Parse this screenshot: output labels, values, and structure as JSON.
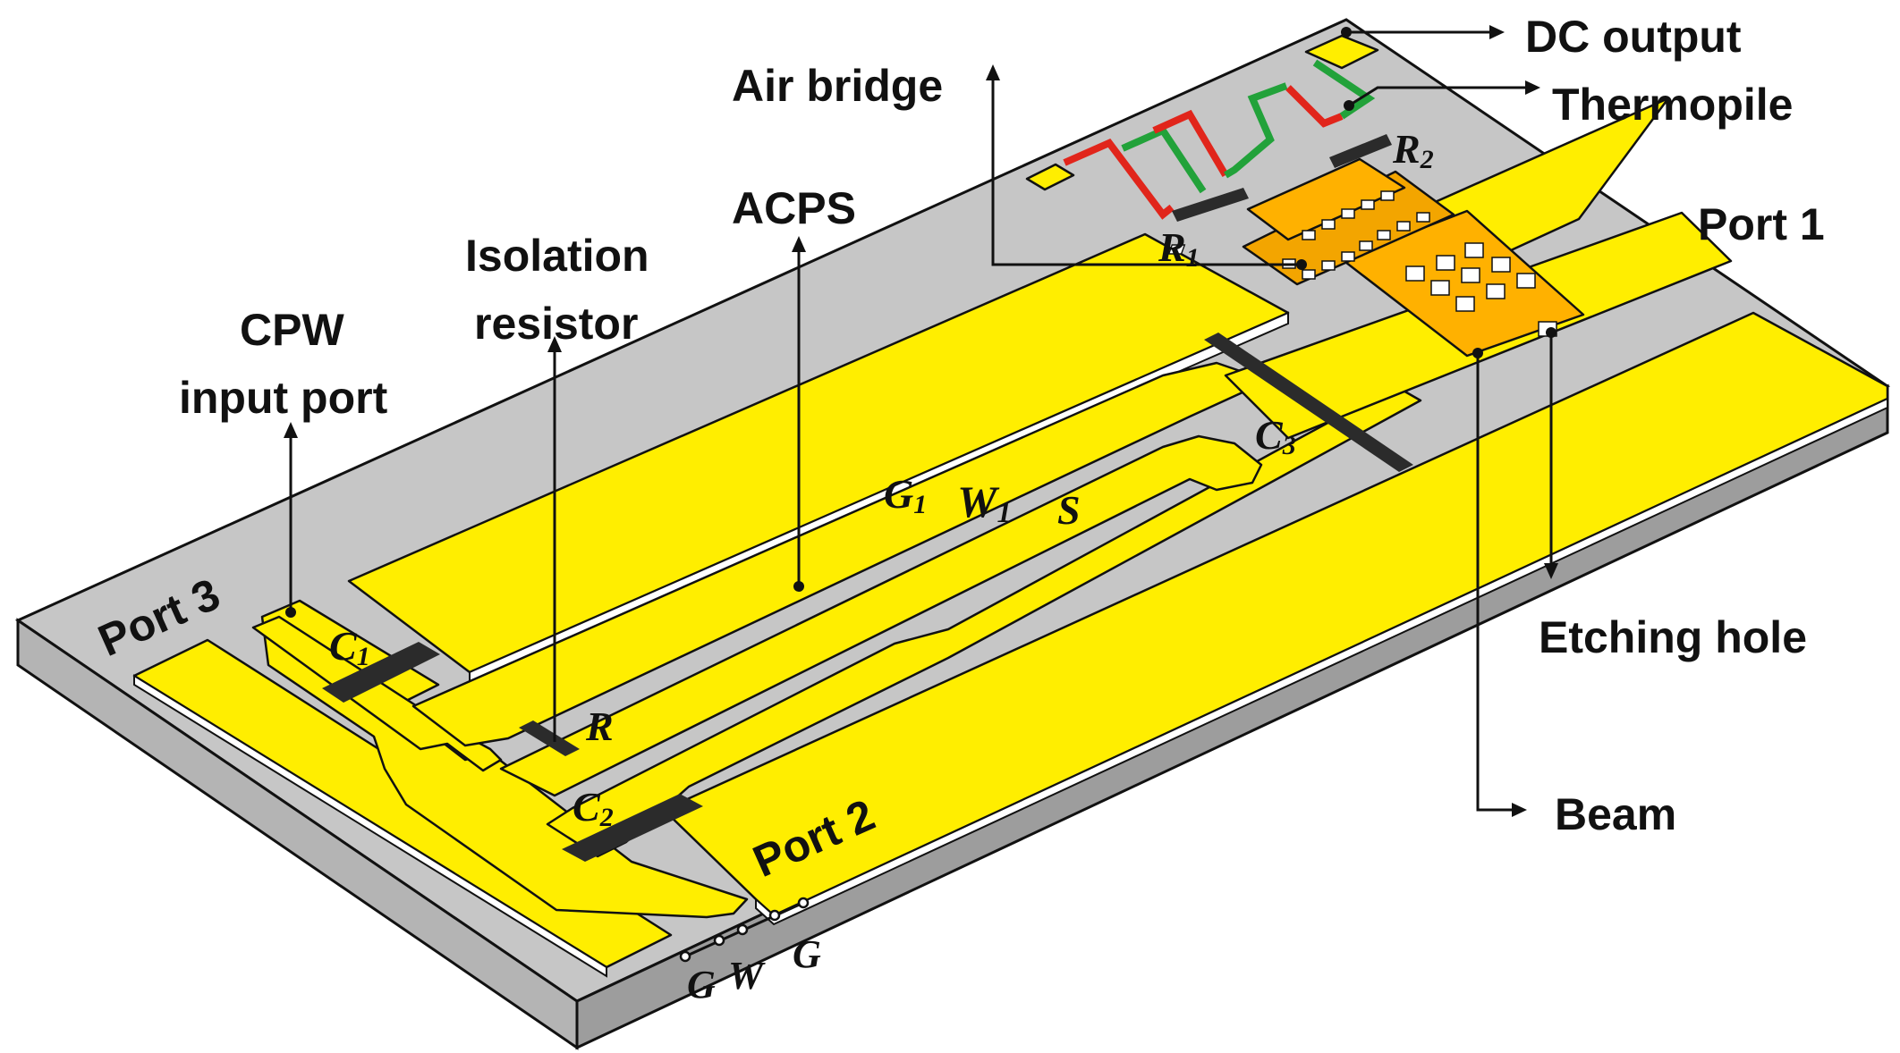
{
  "colors": {
    "substrate_top": "#c6c6c6",
    "substrate_front": "#b4b4b4",
    "substrate_side": "#9d9d9d",
    "gold": "#ffee00",
    "gold_edge": "#ffffff",
    "air_bridge": "#f3a500",
    "beam": "#ffb100",
    "resistor": "#2b2b2b",
    "thermo_red": "#e1251b",
    "thermo_green": "#22a23a",
    "label": "#111111"
  },
  "labels": {
    "dc_output": "DC output",
    "thermopile": "Thermopile",
    "air_bridge": "Air bridge",
    "acps": "ACPS",
    "port1": "Port 1",
    "isolation_resistor_line1": "Isolation",
    "isolation_resistor_line2": "resistor",
    "cpw_line1": "CPW",
    "cpw_line2": "input port",
    "port3": "Port 3",
    "port2": "Port 2",
    "etching_hole": "Etching hole",
    "beam": "Beam"
  },
  "symbols": {
    "R1": {
      "main": "R",
      "sub": "1"
    },
    "R2": {
      "main": "R",
      "sub": "2"
    },
    "R": {
      "main": "R"
    },
    "C1": {
      "main": "C",
      "sub": "1"
    },
    "C2": {
      "main": "C",
      "sub": "2"
    },
    "C3": {
      "main": "C",
      "sub": "3"
    },
    "G1": {
      "main": "G",
      "sub": "1"
    },
    "W1": {
      "main": "W",
      "sub": "1"
    },
    "S": {
      "main": "S"
    },
    "G_left": {
      "main": "G"
    },
    "W": {
      "main": "W"
    },
    "G_right": {
      "main": "G"
    }
  }
}
